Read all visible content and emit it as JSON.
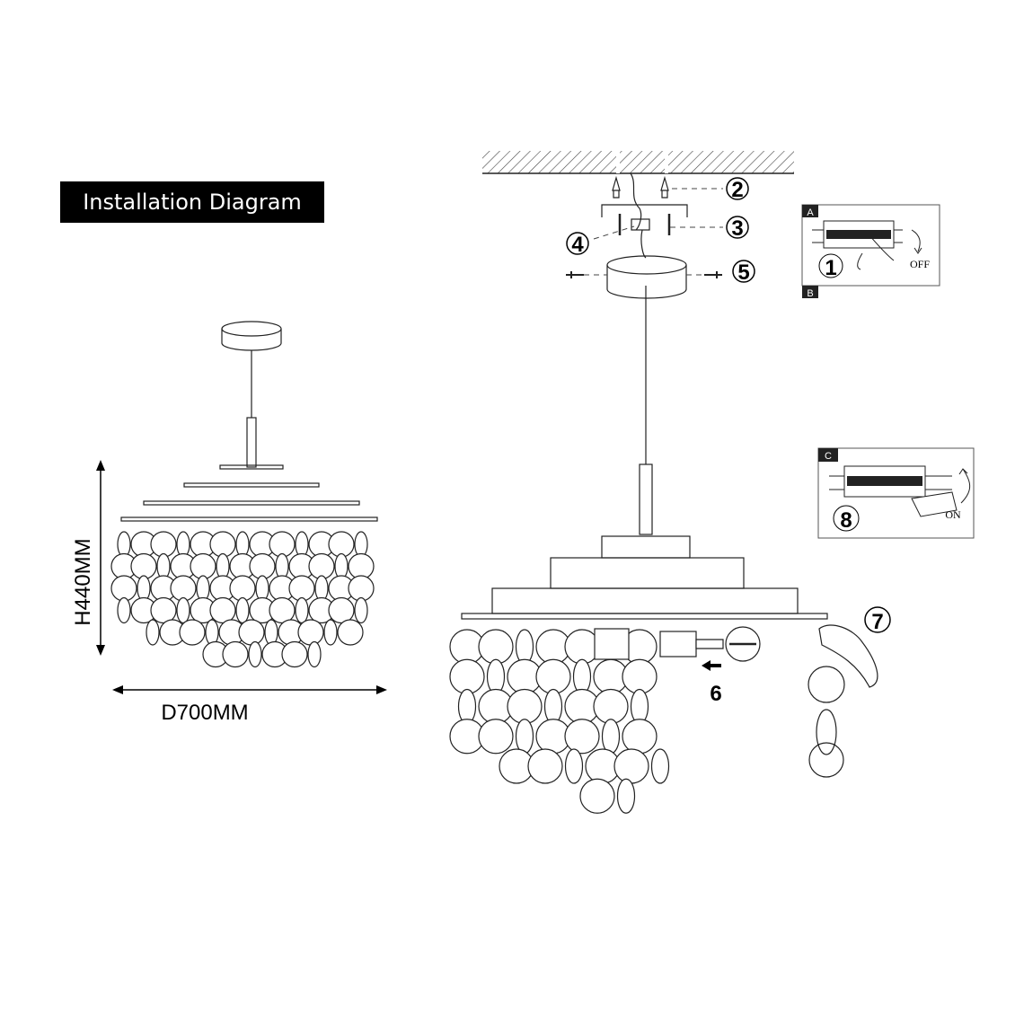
{
  "title": "Installation Diagram",
  "dimensions": {
    "height": "H440MM",
    "diameter": "D700MM"
  },
  "steps": [
    "1",
    "2",
    "3",
    "4",
    "5",
    "6",
    "7",
    "8"
  ],
  "panels": {
    "a": {
      "tag": "A",
      "state": "OFF"
    },
    "b": {
      "tag": "B"
    },
    "c": {
      "tag": "C",
      "state": "ON"
    }
  }
}
